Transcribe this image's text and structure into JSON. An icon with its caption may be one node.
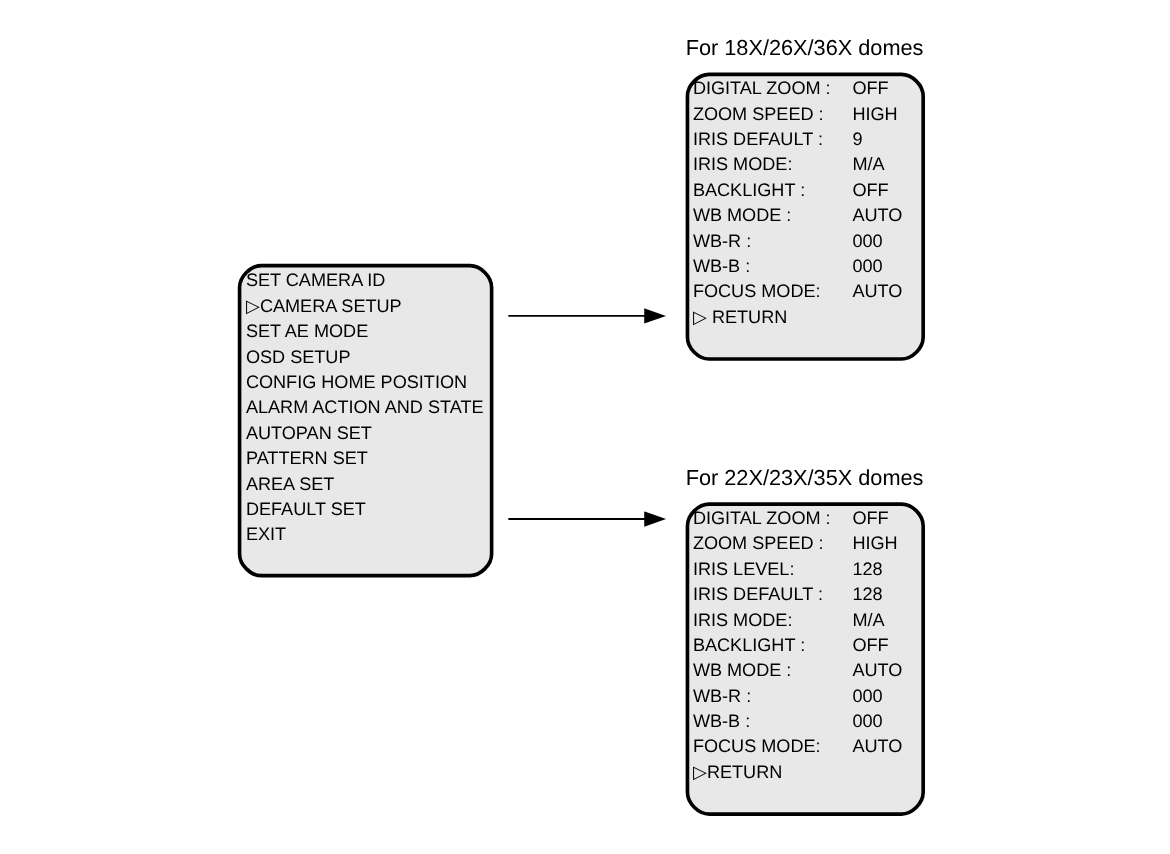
{
  "diagram": {
    "nodes": [
      {
        "text": [
          "SET CAMERA ID",
          "▷CAMERA SETUP",
          "SET AE MODE",
          "OSD SETUP",
          "CONFIG HOME POSITION",
          "ALARM ACTION AND STATE",
          "AUTOPAN SET",
          "PATTERN SET",
          "AREA SET",
          "DEFAULT SET",
          "EXIT"
        ]
      },
      {
        "text": [
          "For 18X/26X/36X domes",
          "DIGITAL ZOOM :",
          "OFF",
          "ZOOM SPEED :",
          "HIGH",
          "IRIS DEFAULT :",
          "9",
          "IRIS MODE:",
          "M/A",
          "BACKLIGHT :",
          "OFF",
          "WB MODE :",
          "AUTO",
          "WB-R :",
          "000",
          "WB-B :",
          "000",
          "FOCUS MODE:",
          "AUTO",
          "▷ RETURN"
        ]
      },
      {
        "text": [
          "For 22X/23X/35X domes",
          "DIGITAL ZOOM :",
          "OFF",
          "ZOOM SPEED :",
          "HIGH",
          "IRIS LEVEL:",
          "128",
          "IRIS DEFAULT :",
          "128",
          "IRIS MODE:",
          "M/A",
          "BACKLIGHT :",
          "OFF",
          "WB MODE :",
          "AUTO",
          "WB-R :",
          "000",
          "WB-B :",
          "000",
          "FOCUS MODE:",
          "AUTO",
          "▷RETURN"
        ]
      }
    ],
    "edges": [
      {
        "from": 0,
        "to": 1,
        "arrow": "to"
      },
      {
        "from": 0,
        "to": 2,
        "arrow": "to"
      }
    ]
  }
}
